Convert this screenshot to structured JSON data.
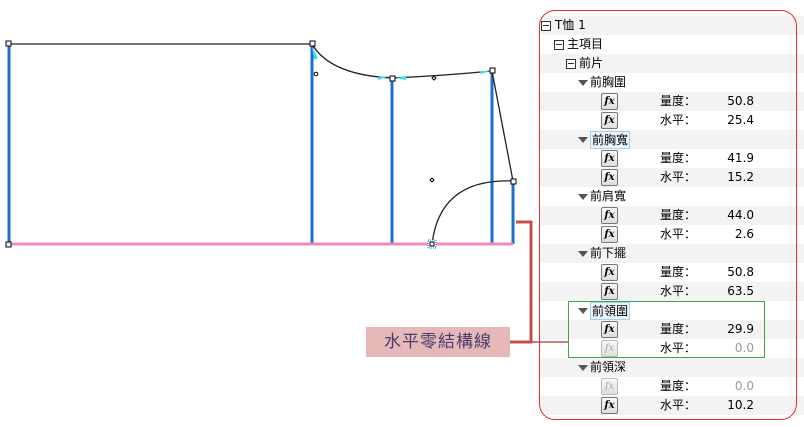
{
  "tree": {
    "root": "T恤 1",
    "main": "主項目",
    "piece": "前片",
    "groups": [
      {
        "name": "前胸圍",
        "rows": [
          {
            "label": "量度：",
            "value": "50.8",
            "enabled": true
          },
          {
            "label": "水平：",
            "value": "25.4",
            "enabled": true
          }
        ]
      },
      {
        "name": "前胸寬",
        "rows": [
          {
            "label": "量度：",
            "value": "41.9",
            "enabled": true
          },
          {
            "label": "水平：",
            "value": "15.2",
            "enabled": true
          }
        ]
      },
      {
        "name": "前肩寬",
        "rows": [
          {
            "label": "量度：",
            "value": "44.0",
            "enabled": true
          },
          {
            "label": "水平：",
            "value": "2.6",
            "enabled": true
          }
        ]
      },
      {
        "name": "前下擺",
        "rows": [
          {
            "label": "量度：",
            "value": "50.8",
            "enabled": true
          },
          {
            "label": "水平：",
            "value": "63.5",
            "enabled": true
          }
        ]
      },
      {
        "name": "前領圍",
        "rows": [
          {
            "label": "量度：",
            "value": "29.9",
            "enabled": true
          },
          {
            "label": "水平：",
            "value": "0.0",
            "enabled": false
          }
        ]
      },
      {
        "name": "前領深",
        "rows": [
          {
            "label": "量度：",
            "value": "0.0",
            "enabled": false
          },
          {
            "label": "水平：",
            "value": "10.2",
            "enabled": true
          }
        ]
      }
    ],
    "fx_label": "fx"
  },
  "callout": "水平零結構線",
  "colors": {
    "guide": "#1a6fd0",
    "baseline": "#f08cbc",
    "accent_border": "#e53030",
    "highlight": "#3aa84a",
    "callout_bg": "#e6b8b8",
    "leader": "#c0504d"
  }
}
